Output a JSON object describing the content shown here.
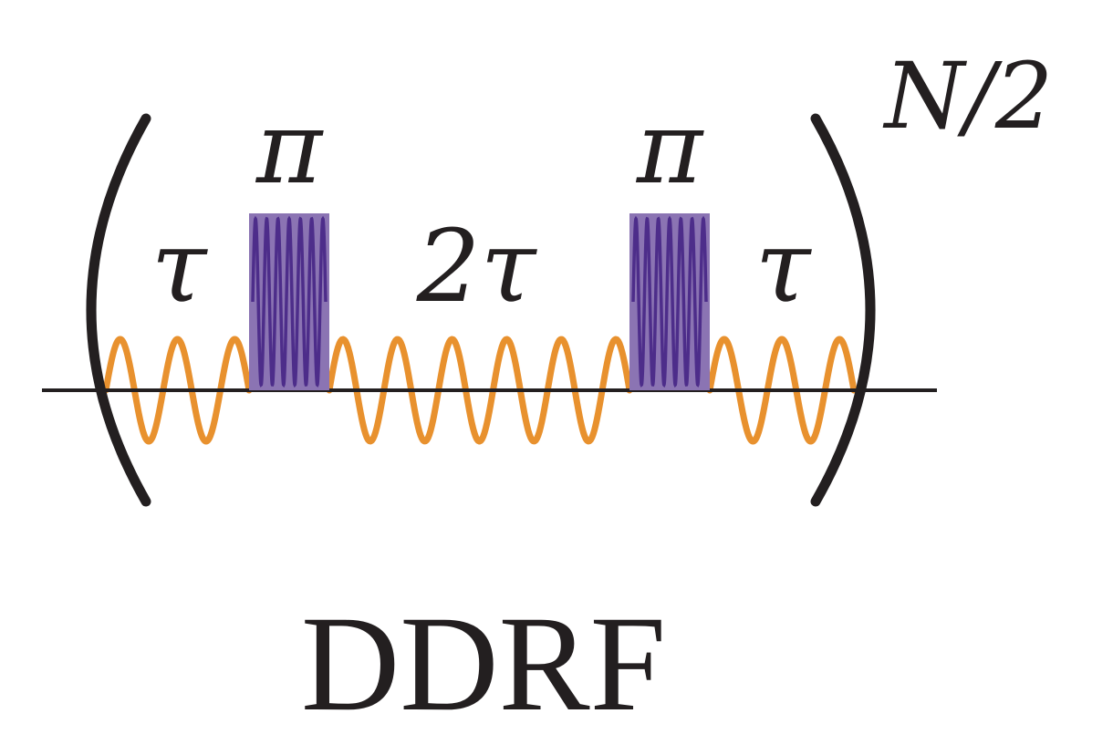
{
  "diagram": {
    "exponent": "N/2",
    "segments": [
      {
        "label": "τ",
        "kind": "free_evolution"
      },
      {
        "label": "π",
        "kind": "pulse"
      },
      {
        "label": "2τ",
        "kind": "free_evolution"
      },
      {
        "label": "π",
        "kind": "pulse"
      },
      {
        "label": "τ",
        "kind": "free_evolution"
      }
    ],
    "caption": "DDRF",
    "colors": {
      "wave": "#e8912e",
      "pulse_fill": "#8b74b3",
      "pulse_wave": "#4d2d8a",
      "line": "#231f20"
    }
  }
}
